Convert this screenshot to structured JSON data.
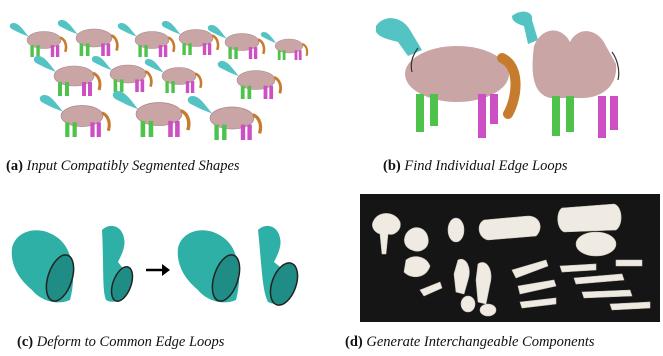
{
  "panels": [
    {
      "label": "(a)",
      "caption": "Input Compatibly Segmented Shapes"
    },
    {
      "label": "(b)",
      "caption": "Find Individual Edge Loops"
    },
    {
      "label": "(c)",
      "caption": "Deform to Common Edge Loops"
    },
    {
      "label": "(d)",
      "caption": "Generate Interchangeable Components"
    }
  ],
  "palette": {
    "body": "#c9a5a6",
    "head": "#54c3c3",
    "legs_green": "#4fc24c",
    "legs_magenta": "#cc4fc4",
    "tail": "#c77b2c",
    "teal_surface": "#2fb0a6",
    "print_white": "#efeae2",
    "photo_bg": "#151515"
  },
  "icons": {
    "arrow": "right-arrow-icon"
  }
}
